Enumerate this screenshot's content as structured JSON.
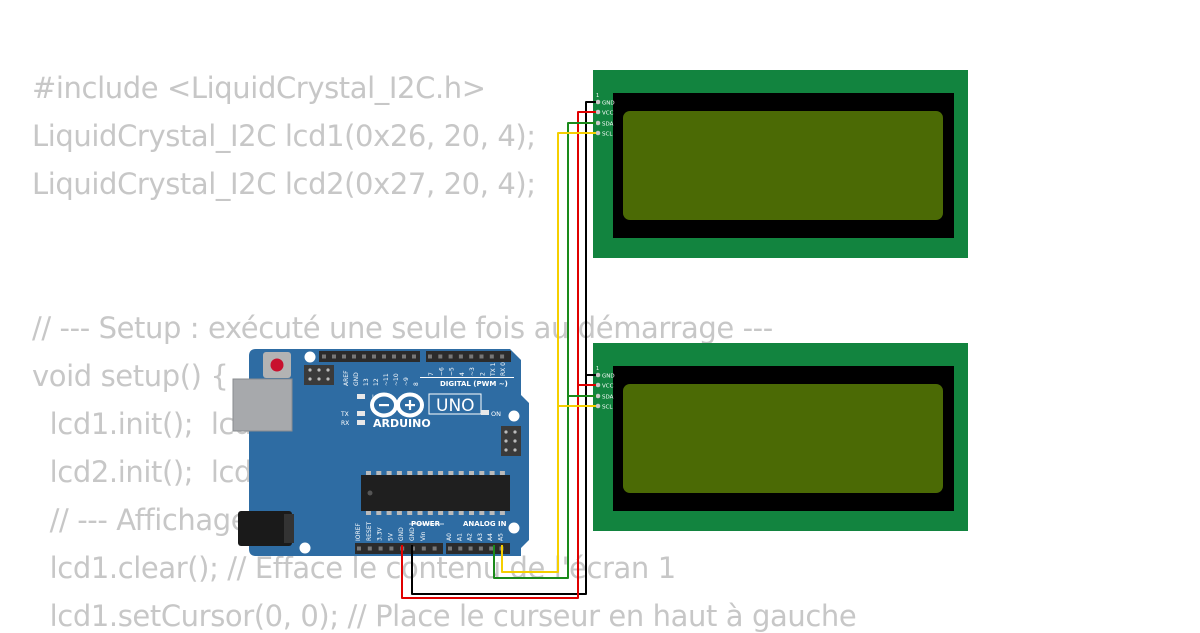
{
  "code": {
    "lines": [
      "#include <LiquidCrystal_I2C.h>",
      "LiquidCrystal_I2C lcd1(0x26, 20, 4);",
      "LiquidCrystal_I2C lcd2(0x27, 20, 4);",
      "",
      "",
      "// --- Setup : exécuté une seule fois au démarrage ---",
      "void setup() {",
      "  lcd1.init();  lcd1",
      "  lcd2.init();  lcd2",
      "  // --- Affichage                    ue LCD",
      "  lcd1.clear(); // Efface le contenu de l'écran 1",
      "  lcd1.setCursor(0, 0); // Place le curseur en haut à gauche"
    ]
  },
  "lcd": {
    "pins": [
      "GND",
      "VCC",
      "SDA",
      "SCL"
    ],
    "pin1_label": "1"
  },
  "arduino": {
    "brand": "ARDUINO",
    "model": "UNO",
    "on_label": "ON",
    "digital_label": "DIGITAL (PWM ~)",
    "power_label": "POWER",
    "analog_label": "ANALOG IN",
    "l_label": "L",
    "tx_label": "TX",
    "rx_label": "RX",
    "header_left": [
      "AREF",
      "GND",
      "13",
      "12",
      "~11",
      "~10",
      "~9",
      "8"
    ],
    "header_right": [
      "7",
      "~6",
      "~5",
      "4",
      "~3",
      "2",
      "TX 1",
      "RX 0"
    ],
    "power_pins": [
      "IOREF",
      "RESET",
      "3.3V",
      "5V",
      "GND",
      "GND",
      "Vin"
    ],
    "analog_pins": [
      "A0",
      "A1",
      "A2",
      "A3",
      "A4",
      "A5"
    ]
  },
  "colors": {
    "code_text": "#c7c7c7",
    "board": "#2e6ca3",
    "pcb_green": "#12843f",
    "lcd_screen": "#4b6a05",
    "wire_gnd": "#000000",
    "wire_vcc": "#e00000",
    "wire_sda": "#1a8a1a",
    "wire_scl": "#f5cf00"
  }
}
